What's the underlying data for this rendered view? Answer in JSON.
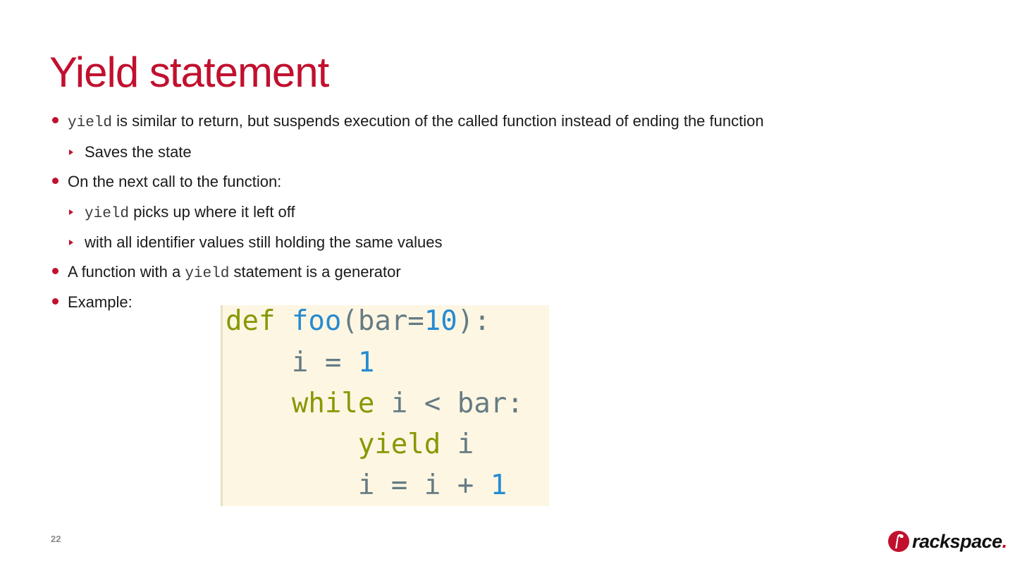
{
  "slide": {
    "title": "Yield statement",
    "page_number": "22"
  },
  "bullets": {
    "b1": {
      "code": "yield",
      "text": " is similar to return, but suspends execution of the called function instead of ending the function"
    },
    "b1_sub1": {
      "text": "Saves the state"
    },
    "b2": {
      "text": "On the next call to the function:"
    },
    "b2_sub1": {
      "code": "yield",
      "text": " picks up where it left off"
    },
    "b2_sub2": {
      "text": "with all identifier values still holding the same values"
    },
    "b3": {
      "pre": "A function with a ",
      "code": "yield",
      "post": " statement is a generator"
    },
    "b4": {
      "text": "Example:"
    }
  },
  "code_example": {
    "line1": {
      "kw": "def",
      "sp": " ",
      "fn": "foo",
      "open": "(bar=",
      "num": "10",
      "close": "):"
    },
    "line2": {
      "indent": "    ",
      "text": "i = ",
      "num": "1"
    },
    "line3": {
      "indent": "    ",
      "kw": "while",
      "text": " i < bar:"
    },
    "line4": {
      "indent": "        ",
      "kw": "yield",
      "text": " i"
    },
    "line5": {
      "indent": "        ",
      "text": "i = i + ",
      "num": "1"
    }
  },
  "colors": {
    "accent_red": "#c1102e",
    "code_background": "#fdf6e3",
    "code_keyword": "#859900",
    "code_function_and_number": "#268bd2",
    "code_text": "#657b83"
  },
  "logo": {
    "text": "rackspace",
    "mark": "."
  }
}
